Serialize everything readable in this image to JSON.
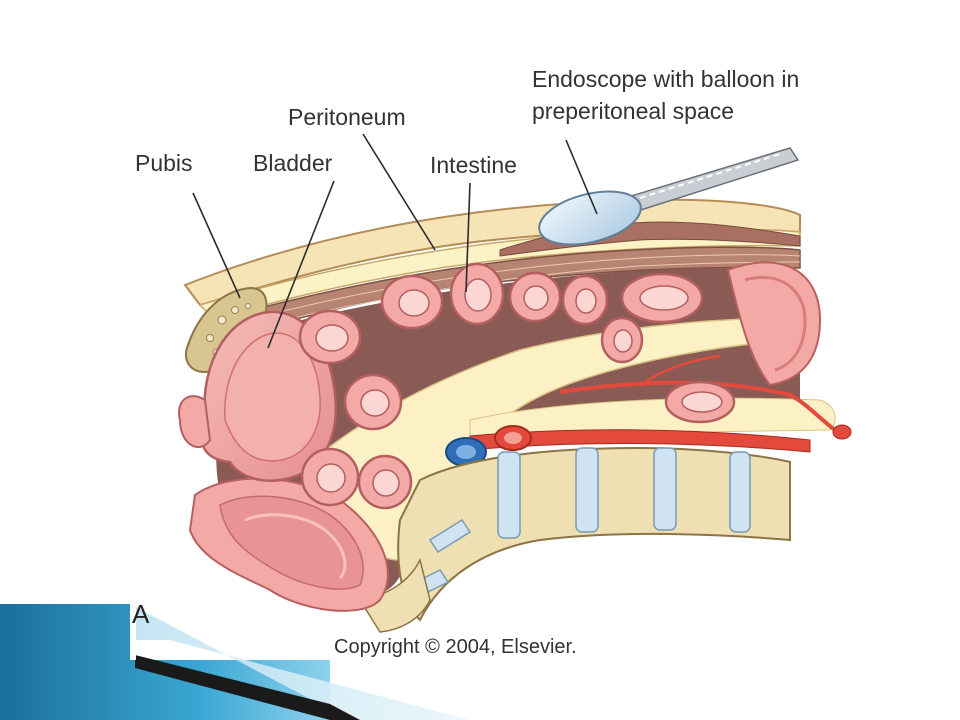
{
  "labels": {
    "pubis": "Pubis",
    "bladder": "Bladder",
    "peritoneum": "Peritoneum",
    "intestine": "Intestine",
    "endoscope_line1": "Endoscope with balloon in",
    "endoscope_line2": "preperitoneal space",
    "panel": "A"
  },
  "copyright": "Copyright © 2004, Elsevier.",
  "colors": {
    "skin": "#f7e4b6",
    "fat": "#fbf2c6",
    "muscle": "#b88472",
    "cavity": "#8a5a54",
    "organ": "#f3a9a6",
    "organ_dark": "#d97c7c",
    "bone": "#d9c58f",
    "disc": "#cfe3f2",
    "artery": "#e34a3b",
    "vein": "#2f6fb8",
    "balloon": "#d5e6f2",
    "corner_blue": "#2e9bc7",
    "corner_dark": "#1a1a1a"
  }
}
